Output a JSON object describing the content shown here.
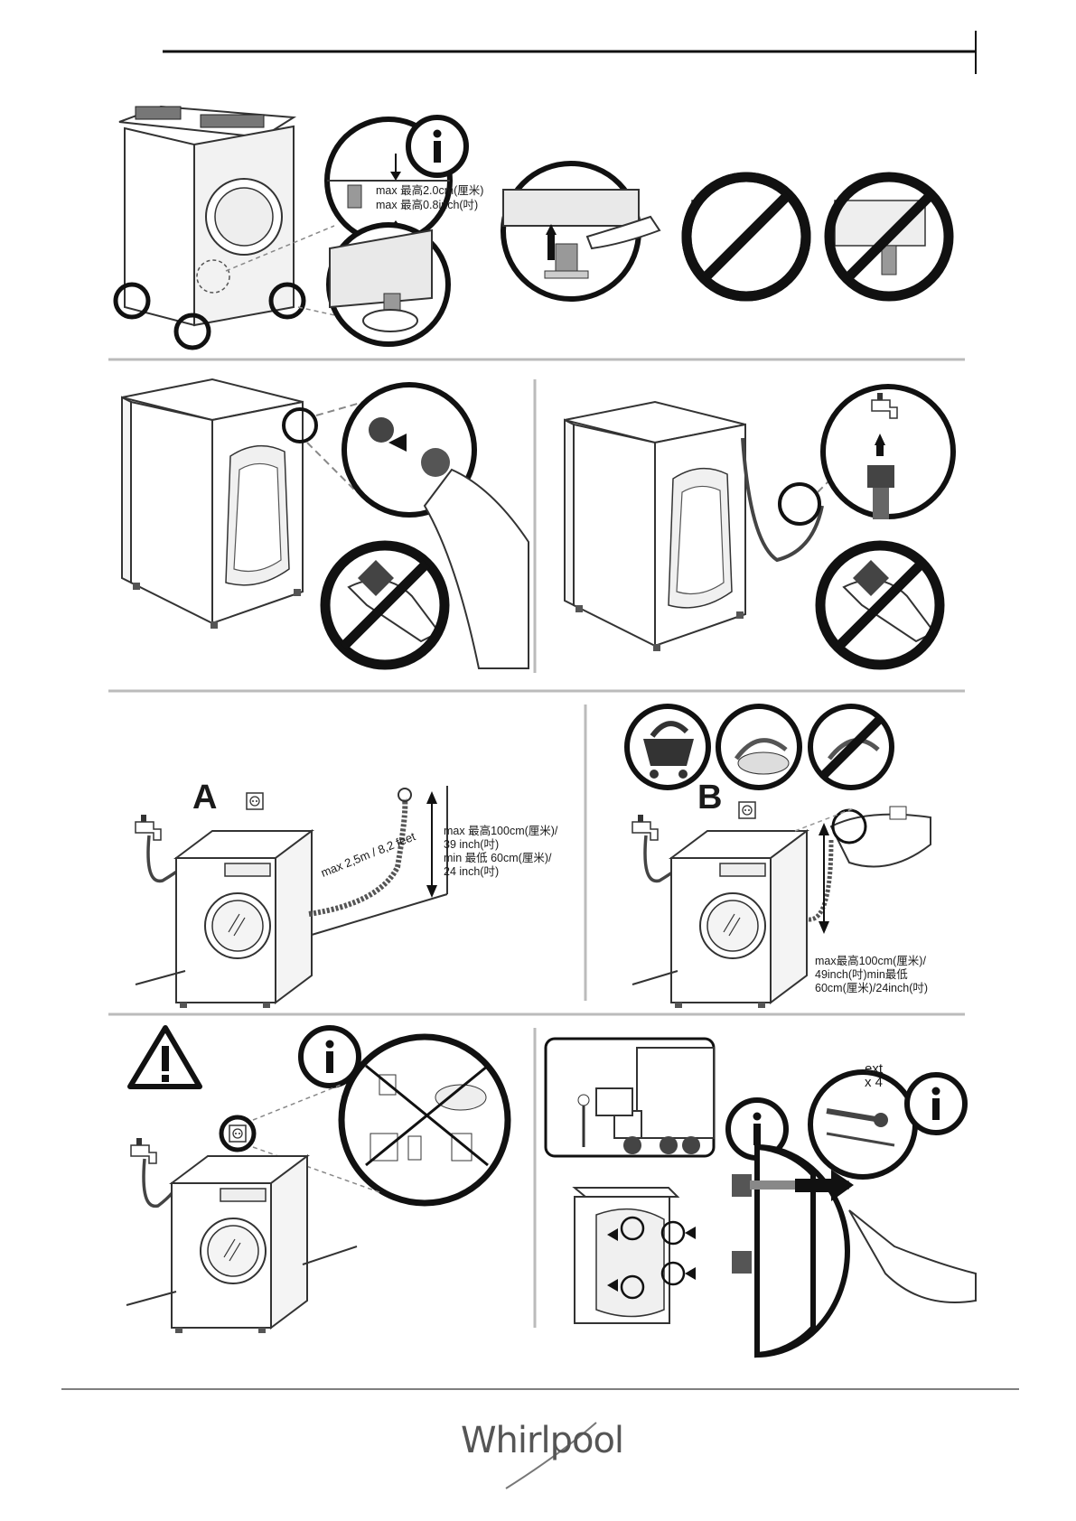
{
  "step1": {
    "foot_height_cm": "max 最高2.0cm(厘米)",
    "foot_height_inch": "max 最高0.8inch(吋)"
  },
  "step3a": {
    "label": "A",
    "hose_length": "max 2,5m / 8,2 feet",
    "height_text": "max 最高100cm(厘米)/\n39 inch(吋)\nmin 最低 60cm(厘米)/\n24 inch(吋)"
  },
  "step3b": {
    "label": "B",
    "height_text": "max最高100cm(厘米)/\n49inch(吋)min最低\n60cm(厘米)/24inch(吋)"
  },
  "step5": {
    "bolts": "ext\nx 4"
  },
  "footer": {
    "brand": "Whirlpool"
  },
  "icons": [
    "info-icon",
    "prohibited-icon",
    "warning-icon",
    "shopping-cart-icon",
    "tap-icon",
    "socket-icon",
    "arrow-icon",
    "truck-icon"
  ]
}
